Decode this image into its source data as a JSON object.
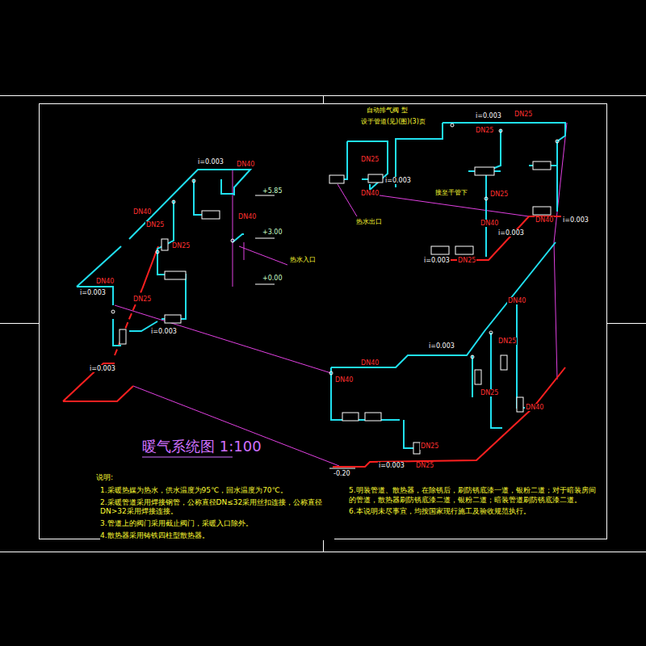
{
  "diagram": {
    "title": "暖气系统图 1:100",
    "labels": [
      "i=0.003",
      "DN40",
      "DN40",
      "DN25",
      "DN25",
      "DN40",
      "DN40",
      "i=0.003",
      "DN25",
      "i=0.003",
      "i=0.003",
      "+5.85",
      "+3.00",
      "+0.00",
      "热水入口",
      "自动排气阀 型",
      "设于管道(见)(图)(3)页",
      "i=0.003",
      "DN25",
      "DN25",
      "DN25",
      "DN40",
      "i=0.003",
      "接至干管下",
      "热水出口",
      "DN25",
      "DN40",
      "i=0.003",
      "DN40",
      "i=0.003",
      "i=0.003",
      "DN25",
      "DN40",
      "i=0.003",
      "DN40",
      "DN40",
      "DN25",
      "DN25",
      "DN40",
      "DN25",
      "-0.20",
      "i=0.003",
      "DN25",
      "说明:",
      "1.采暖热媒为热水，供水温度为95℃，回水温度为70℃。",
      "2.采暖管道采用焊接钢管，公称直径DN≤32采用丝扣连接，公称直径DN>32采用焊接连接。",
      "3.管道上的阀门采用截止阀门，采暖入口除外。",
      "4.散热器采用铸铁四柱型散热器。",
      "5.明装管道、散热器，在除锈后，刷防锈底漆一道，银粉二道；对于暗装房间的管道，散热器刷防锈底漆二道，银粉二道；暗装管道刷防锈底漆二道。",
      "6.本说明未尽事宜，均按国家现行施工及验收规范执行。"
    ]
  }
}
